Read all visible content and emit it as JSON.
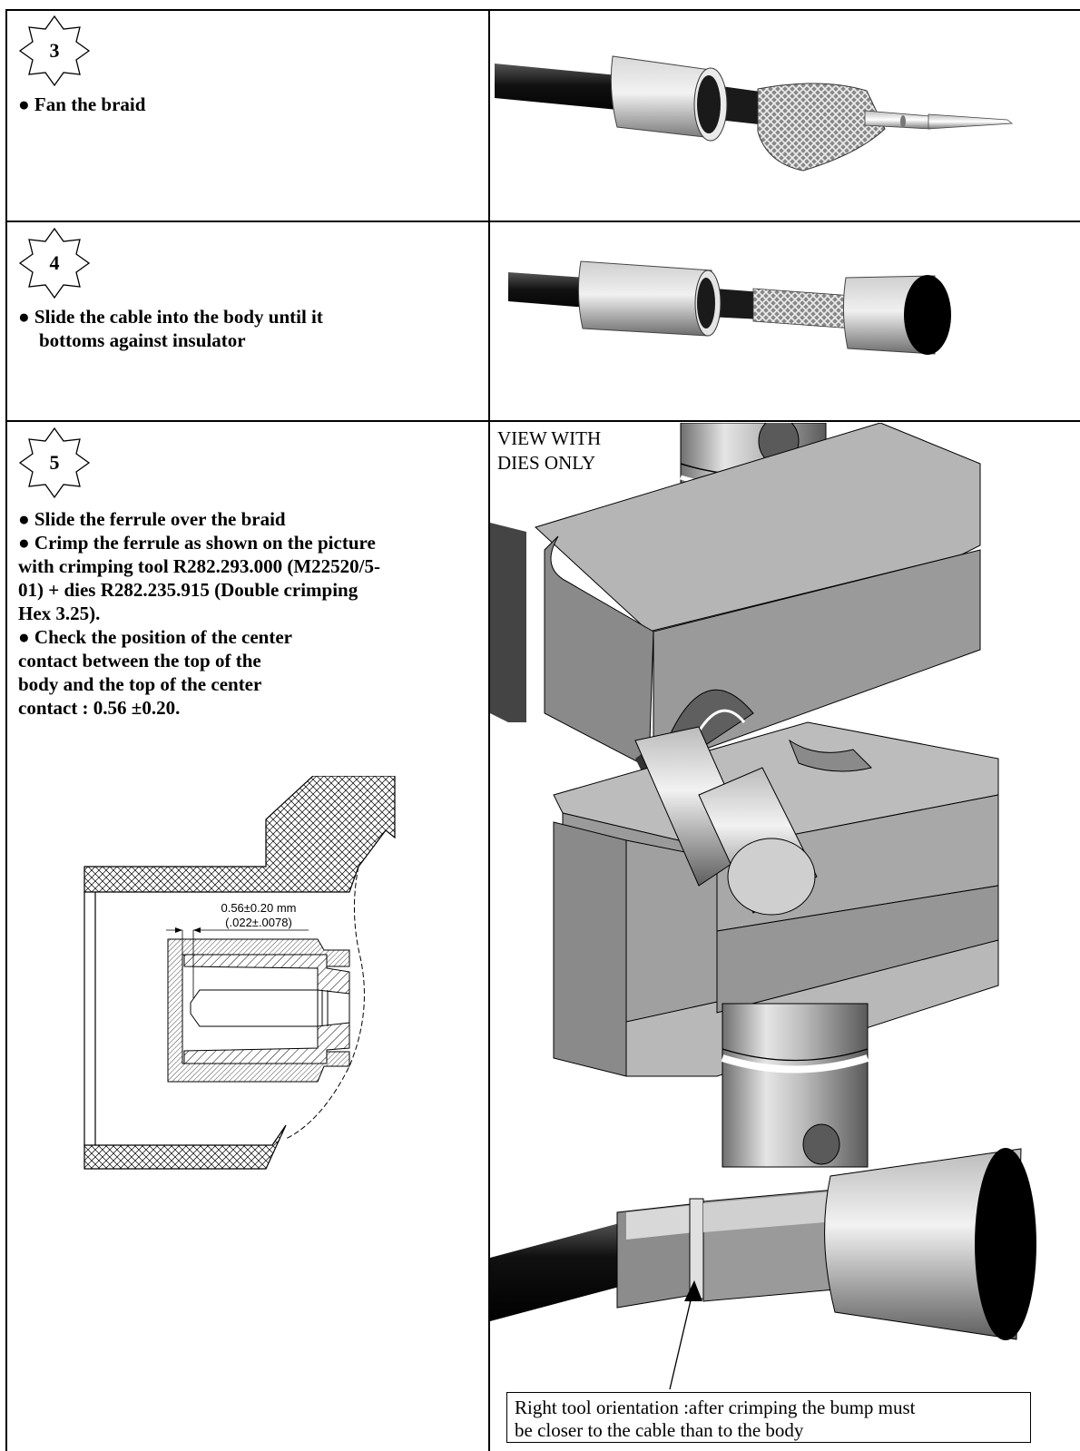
{
  "steps": [
    {
      "number": "3",
      "lines": [
        "● Fan the braid"
      ]
    },
    {
      "number": "4",
      "lines": [
        "● Slide the cable into the body until it",
        "bottoms against insulator"
      ]
    },
    {
      "number": "5",
      "lines": [
        "● Slide the ferrule over the braid",
        "● Crimp the ferrule as shown on the picture",
        "with crimping tool R282.293.000 (M22520/5-",
        "01) + dies R282.235.915 (Double crimping",
        "Hex 3.25).",
        "● Check the position of the center",
        "contact between the top of the",
        "body and the top of the center",
        "contact : 0.56 ±0.20."
      ]
    }
  ],
  "drawing": {
    "dim_mm": "0.56±0.20 mm",
    "dim_in": "(.022±.0078)"
  },
  "view_label": [
    "VIEW WITH",
    "DIES ONLY"
  ],
  "callout": [
    "Right tool orientation :after crimping the bump must",
    "be closer to the cable than to the body"
  ]
}
